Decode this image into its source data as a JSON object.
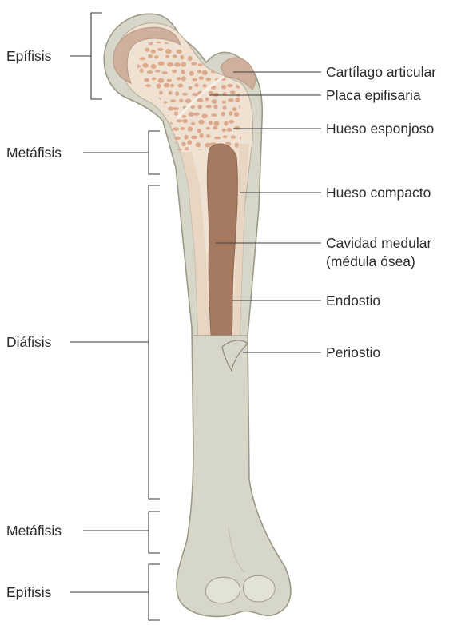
{
  "left_labels": {
    "epiphysis_top": "Epífisis",
    "metaphysis_top": "Metáfisis",
    "diaphysis": "Diáfisis",
    "metaphysis_bottom": "Metáfisis",
    "epiphysis_bottom": "Epífisis"
  },
  "right_labels": {
    "articular_cartilage": "Cartílago articular",
    "epiphyseal_plate": "Placa epifisaria",
    "spongy_bone": "Hueso esponjoso",
    "compact_bone": "Hueso compacto",
    "medullary_cavity_line1": "Cavidad medular",
    "medullary_cavity_line2": "(médula ósea)",
    "endosteum": "Endostio",
    "periosteum": "Periostio"
  },
  "colors": {
    "bone_shaft": "#d6d6c9",
    "bone_outline": "#9c9a86",
    "cut_surface": "#efe2d3",
    "spongy_dots": "#dda98c",
    "marrow": "#a57a60",
    "cartilage": "#cfb09e"
  }
}
